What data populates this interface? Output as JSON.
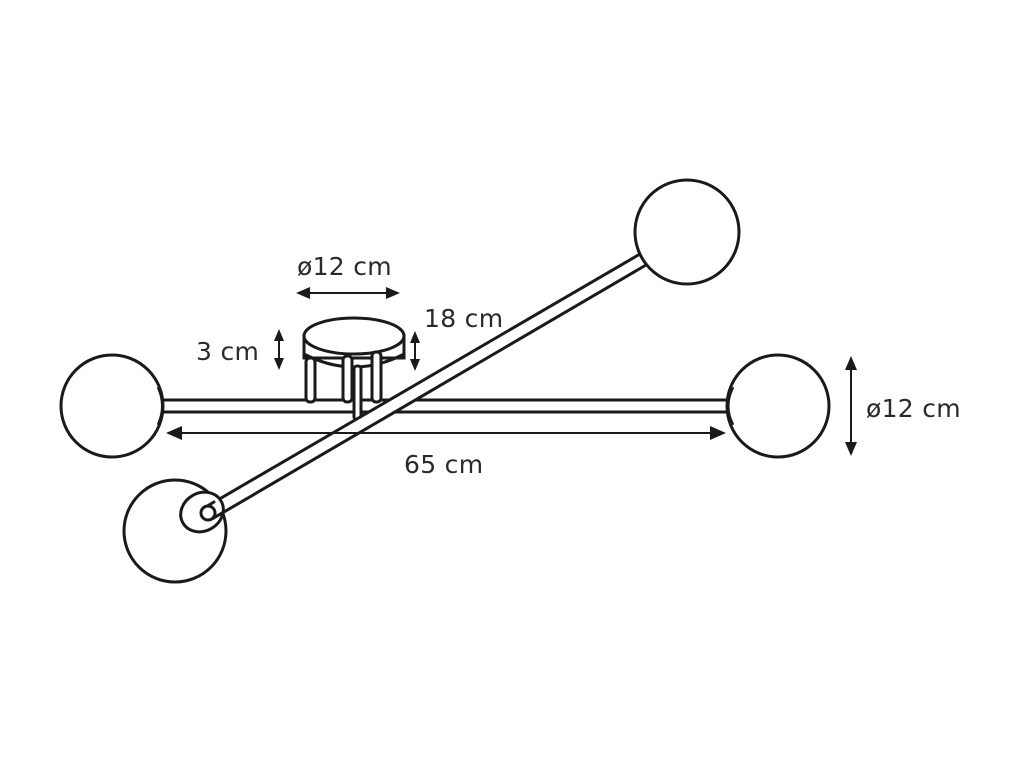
{
  "labels": {
    "canopy_diameter": "ø12 cm",
    "canopy_height": "3 cm",
    "drop_height": "18 cm",
    "total_width": "65 cm",
    "globe_diameter": "ø12 cm"
  },
  "colors": {
    "line": "#1a1a1a",
    "text": "#2a2a2a",
    "background": "#ffffff"
  }
}
